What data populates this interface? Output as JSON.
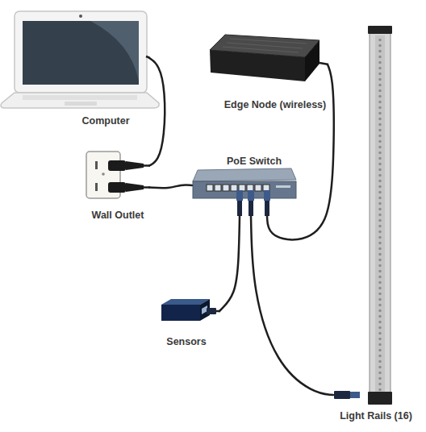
{
  "diagram": {
    "nodes": [
      {
        "text": [
          "Computer"
        ]
      },
      {
        "text": [
          "Edge Node (wireless)"
        ]
      },
      {
        "text": [
          "Wall Outlet"
        ]
      },
      {
        "text": [
          "PoE Switch"
        ]
      },
      {
        "text": [
          "Sensors"
        ]
      },
      {
        "text": [
          "Light Rails (16)"
        ]
      }
    ],
    "edges": [
      {
        "from": 0,
        "to": 2,
        "arrow": "none"
      },
      {
        "from": 2,
        "to": 3,
        "arrow": "none"
      },
      {
        "from": 3,
        "to": 1,
        "arrow": "none"
      },
      {
        "from": 3,
        "to": 4,
        "arrow": "none"
      },
      {
        "from": 3,
        "to": 5,
        "arrow": "none"
      }
    ]
  }
}
